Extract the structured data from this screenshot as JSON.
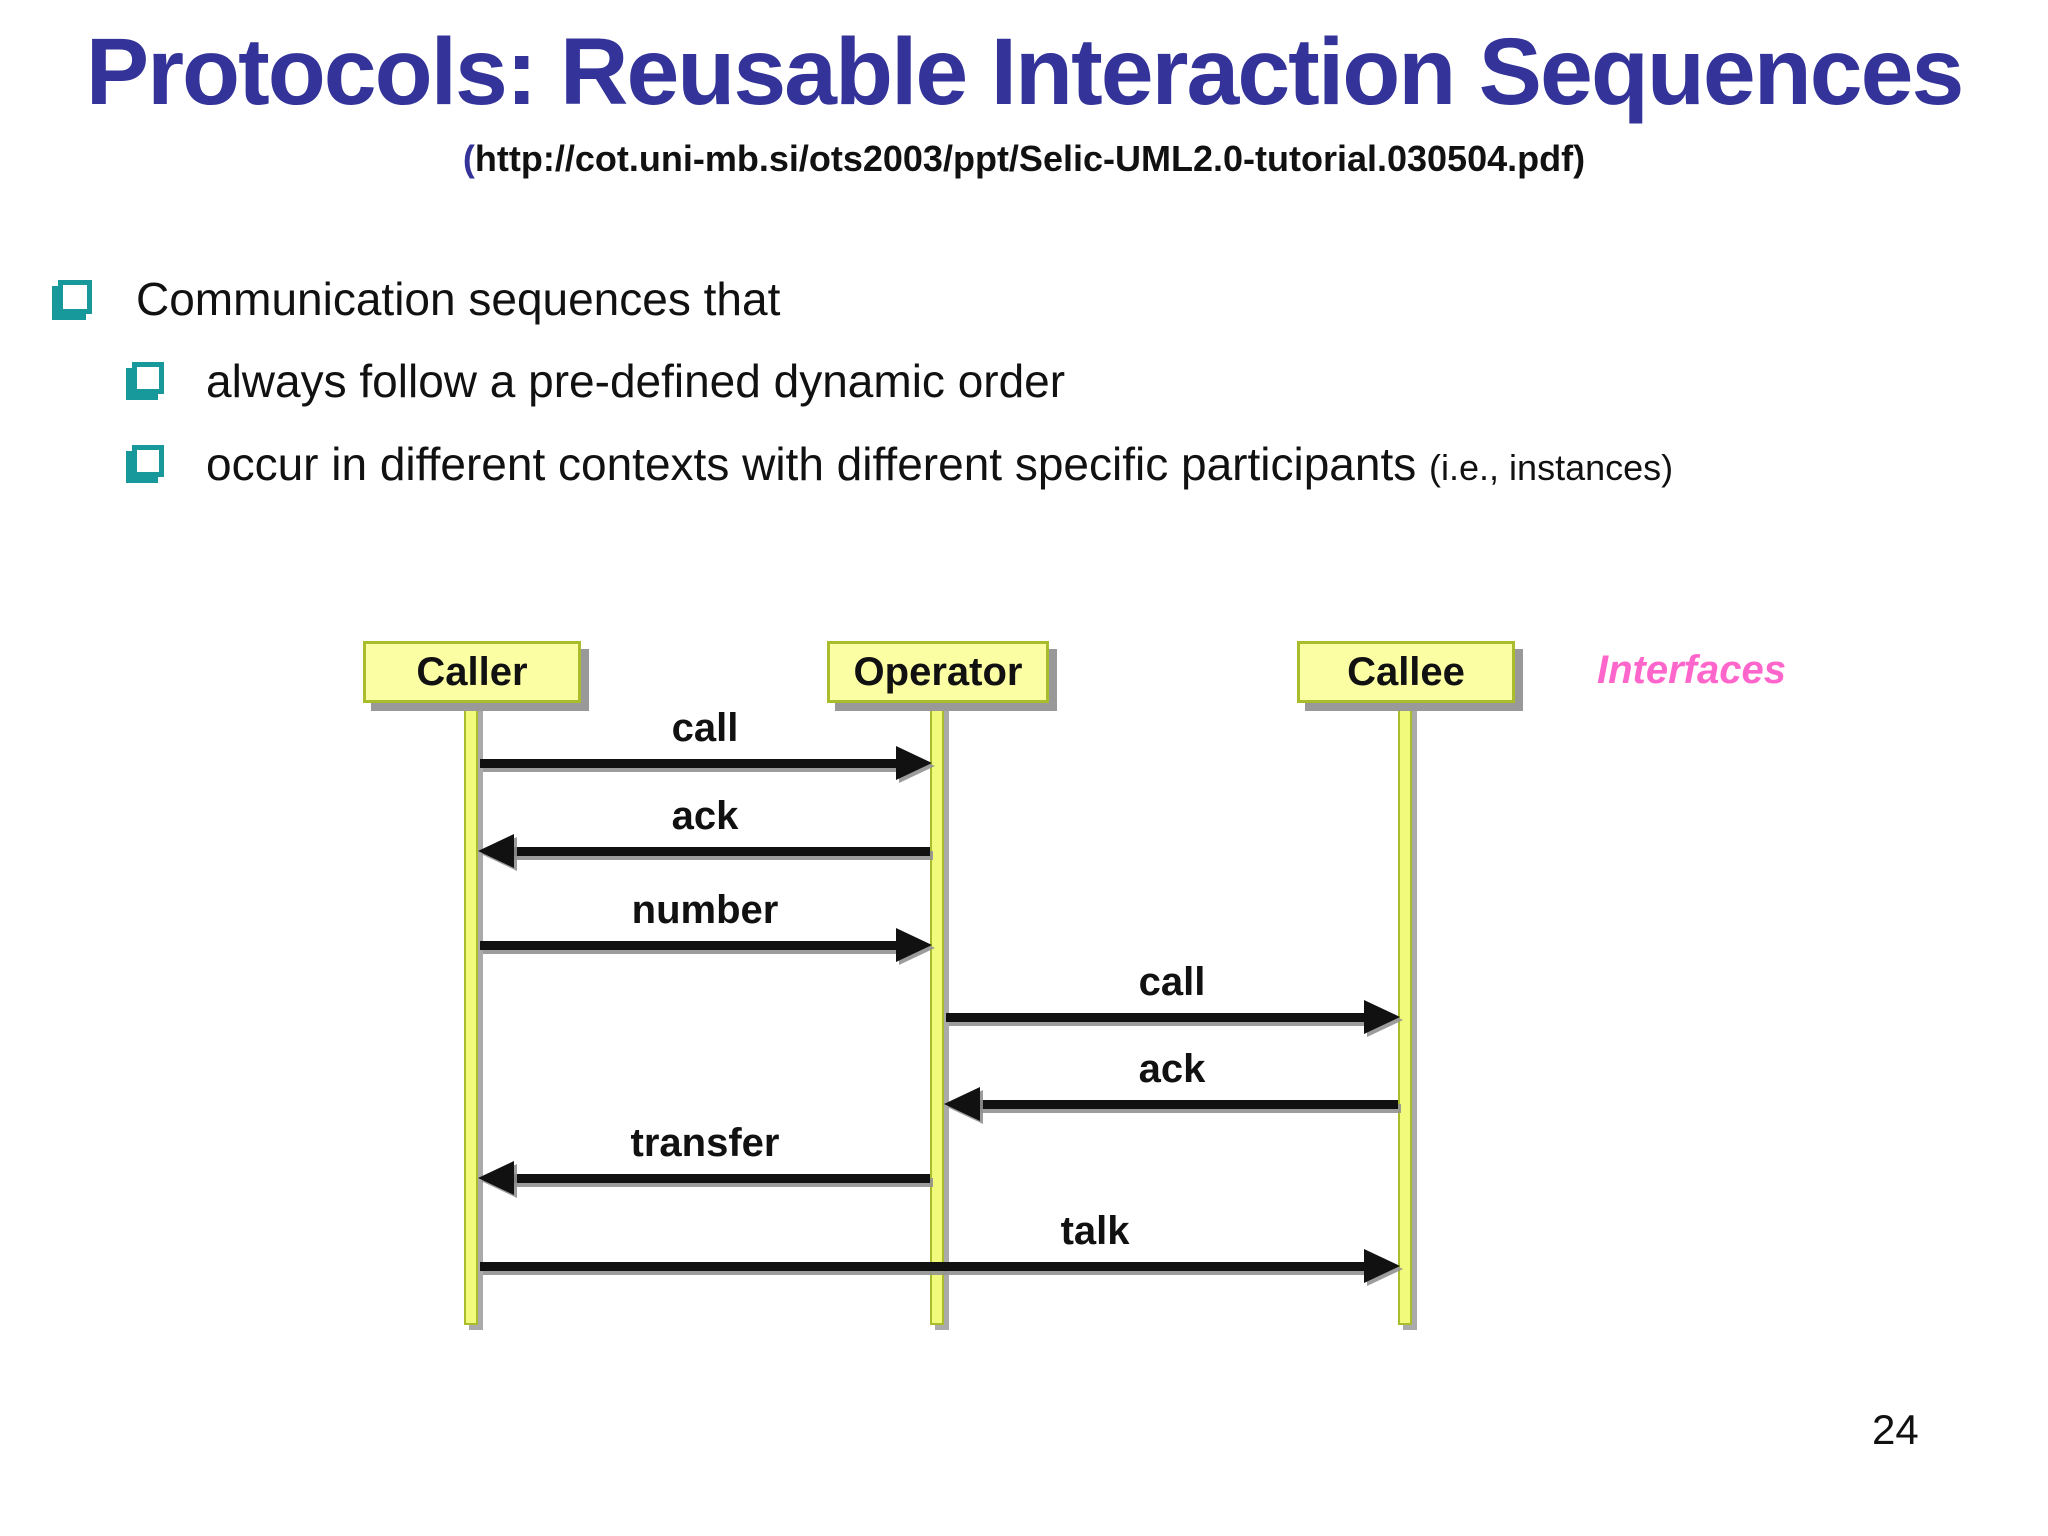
{
  "slide": {
    "title": "Protocols: Reusable Interaction Sequences",
    "subtitle": {
      "open_paren": "(",
      "text": "http://cot.uni-mb.si/ots2003/ppt/Selic-UML2.0-tutorial.030504.pdf)"
    },
    "page_number": "24"
  },
  "bullets": {
    "level1": "Communication sequences that",
    "level2a": "always follow a pre-defined dynamic order",
    "level2b": "occur in different contexts with different specific participants",
    "level2b_note": "(i.e., instances)"
  },
  "diagram": {
    "type": "uml-sequence",
    "annotation": "Interfaces",
    "lifelines": [
      {
        "name": "Caller"
      },
      {
        "name": "Operator"
      },
      {
        "name": "Callee"
      }
    ],
    "messages": [
      {
        "label": "call",
        "from": "Caller",
        "to": "Operator"
      },
      {
        "label": "ack",
        "from": "Operator",
        "to": "Caller"
      },
      {
        "label": "number",
        "from": "Caller",
        "to": "Operator"
      },
      {
        "label": "call",
        "from": "Operator",
        "to": "Callee"
      },
      {
        "label": "ack",
        "from": "Callee",
        "to": "Operator"
      },
      {
        "label": "transfer",
        "from": "Operator",
        "to": "Caller"
      },
      {
        "label": "talk",
        "from": "Caller",
        "to": "Callee"
      }
    ]
  },
  "colors": {
    "title_blue": "#333399",
    "bullet_teal": "#17999B",
    "box_fill": "#FBFEA3",
    "box_border": "#A9BC2B",
    "annotation_pink": "#FF66CC"
  }
}
